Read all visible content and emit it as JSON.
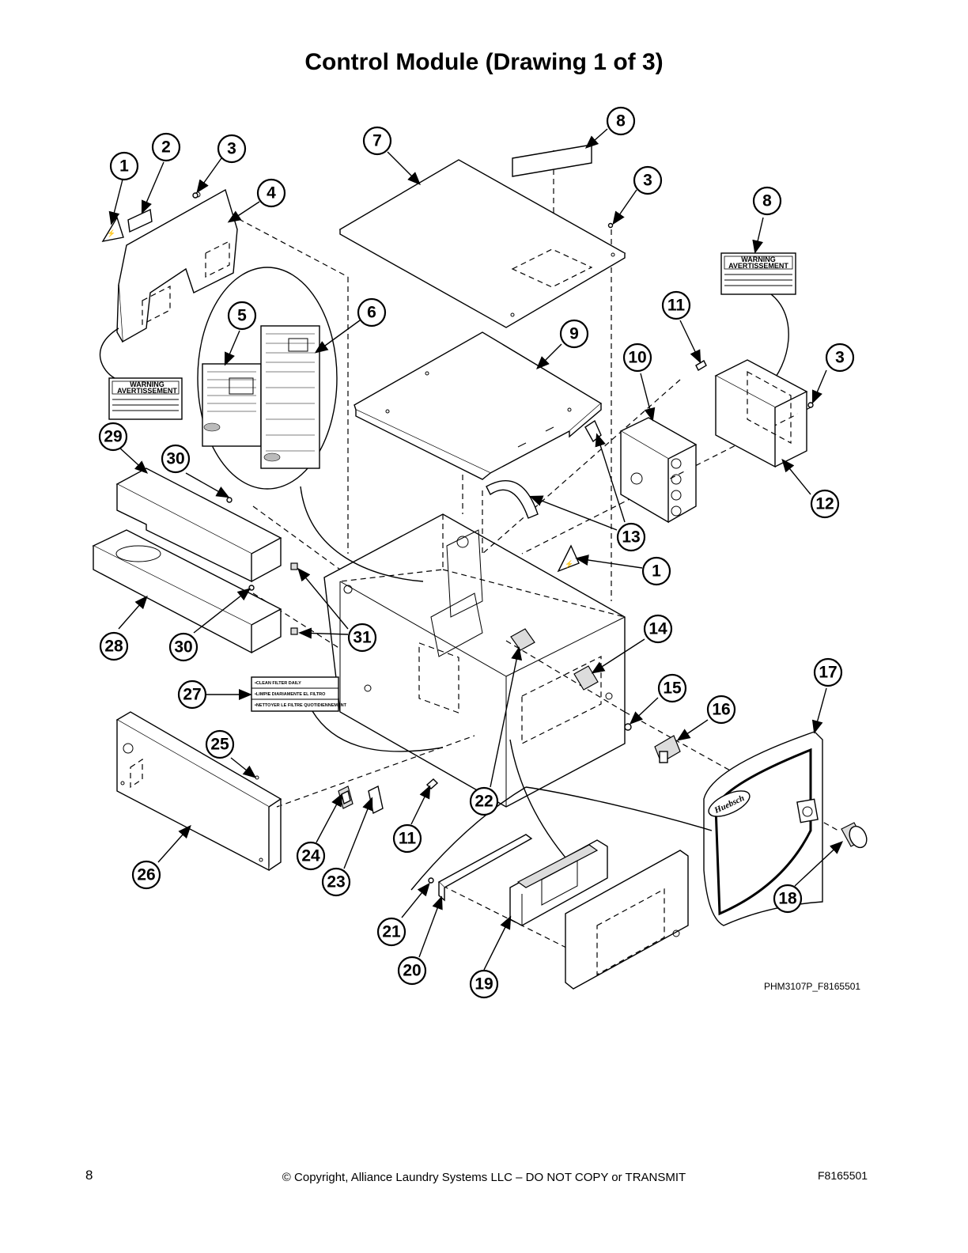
{
  "title": "Control Module (Drawing 1 of 3)",
  "drawing_code": "PHM3107P_F8165501",
  "footer": {
    "page_number": "8",
    "copyright": "© Copyright, Alliance Laundry Systems LLC – DO NOT COPY or TRANSMIT",
    "doc_number": "F8165501"
  },
  "warning_label": {
    "warning": "WARNING",
    "avertissement": "AVERTISSEMENT"
  },
  "filter_label": {
    "line1": "•CLEAN FILTER DAILY",
    "line2": "•LIMPIE DIARIAMENTE EL FILTRO",
    "line3": "•NETTOYER LE FILTRE QUOTIDIENNEMENT"
  },
  "brand_text": "Huebsch",
  "callouts": [
    {
      "id": "c1a",
      "n": "1"
    },
    {
      "id": "c2",
      "n": "2"
    },
    {
      "id": "c3a",
      "n": "3"
    },
    {
      "id": "c4",
      "n": "4"
    },
    {
      "id": "c7",
      "n": "7"
    },
    {
      "id": "c8a",
      "n": "8"
    },
    {
      "id": "c3b",
      "n": "3"
    },
    {
      "id": "c8b",
      "n": "8"
    },
    {
      "id": "c5",
      "n": "5"
    },
    {
      "id": "c6",
      "n": "6"
    },
    {
      "id": "c9",
      "n": "9"
    },
    {
      "id": "c11a",
      "n": "11"
    },
    {
      "id": "c10",
      "n": "10"
    },
    {
      "id": "c3c",
      "n": "3"
    },
    {
      "id": "c29",
      "n": "29"
    },
    {
      "id": "c30a",
      "n": "30"
    },
    {
      "id": "c13",
      "n": "13"
    },
    {
      "id": "c12",
      "n": "12"
    },
    {
      "id": "c1b",
      "n": "1"
    },
    {
      "id": "c14",
      "n": "14"
    },
    {
      "id": "c28",
      "n": "28"
    },
    {
      "id": "c30b",
      "n": "30"
    },
    {
      "id": "c31",
      "n": "31"
    },
    {
      "id": "c17",
      "n": "17"
    },
    {
      "id": "c15",
      "n": "15"
    },
    {
      "id": "c27",
      "n": "27"
    },
    {
      "id": "c16",
      "n": "16"
    },
    {
      "id": "c25",
      "n": "25"
    },
    {
      "id": "c22",
      "n": "22"
    },
    {
      "id": "c11b",
      "n": "11"
    },
    {
      "id": "c24",
      "n": "24"
    },
    {
      "id": "c26",
      "n": "26"
    },
    {
      "id": "c23",
      "n": "23"
    },
    {
      "id": "c18",
      "n": "18"
    },
    {
      "id": "c21",
      "n": "21"
    },
    {
      "id": "c20",
      "n": "20"
    },
    {
      "id": "c19",
      "n": "19"
    }
  ]
}
